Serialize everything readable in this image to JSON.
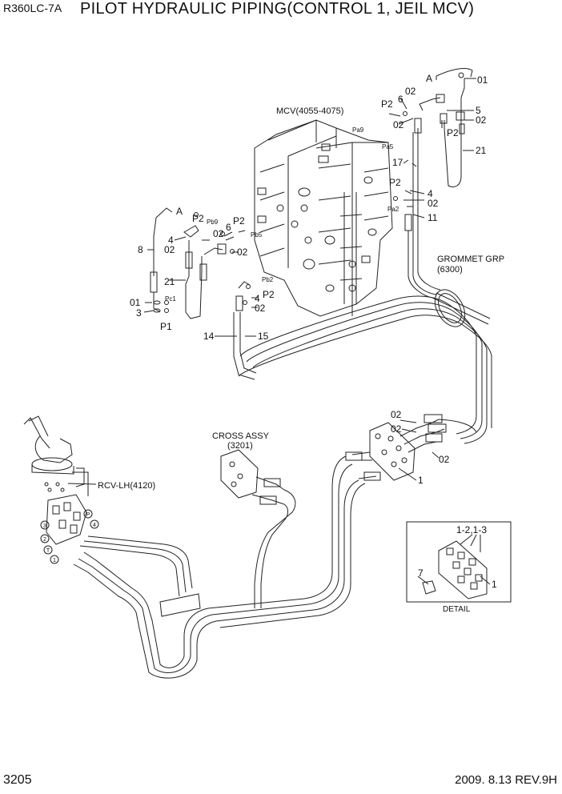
{
  "header": {
    "model": "R360LC-7A",
    "title": "PILOT HYDRAULIC PIPING(CONTROL 1, JEIL MCV)"
  },
  "footer": {
    "page": "3205",
    "revision": "2009. 8.13  REV.9H"
  },
  "labels": {
    "mcv": "MCV(4055-4075)",
    "grommet": "GROMMET GRP",
    "grommet_no": "(6300)",
    "cross": "CROSS ASSY",
    "cross_no": "(3201)",
    "rcv": "RCV-LH(4120)",
    "detail": "DETAIL",
    "detail_items": "1-2,1-3",
    "ports": {
      "pa9": "Pa9",
      "pa5": "Pa5",
      "pa2": "Pa2",
      "pb9": "Pb9",
      "pb5": "Pb5",
      "pb2": "Pb2",
      "pc1": "Pc1"
    },
    "refs": {
      "r01": "01",
      "r02": "02",
      "r1": "1",
      "r3": "3",
      "r4": "4",
      "r5": "5",
      "r6": "6",
      "r7": "7",
      "r8": "8",
      "r11": "11",
      "r14": "14",
      "r15": "15",
      "r17": "17",
      "r21": "21",
      "p1": "P1",
      "p2": "P2",
      "a": "A"
    },
    "rcv_ports": [
      "1",
      "2",
      "3",
      "4",
      "P",
      "T"
    ]
  }
}
